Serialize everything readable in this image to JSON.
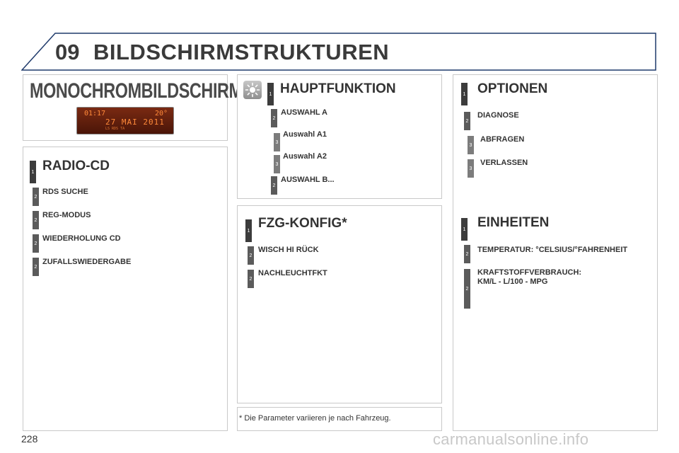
{
  "header": {
    "chapter": "09",
    "title": "BILDSCHIRMSTRUKTUREN"
  },
  "mono": {
    "title": "MONOCHROMBILDSCHIRM A",
    "display": {
      "time": "01:17",
      "temp": "20°",
      "date": "27 MAI 2011",
      "bottom": "LS   RDS  TA"
    }
  },
  "radio": {
    "title": "RADIO-CD",
    "level": "1",
    "items": [
      {
        "level": "2",
        "label": "RDS SUCHE"
      },
      {
        "level": "2",
        "label": "REG-MODUS"
      },
      {
        "level": "2",
        "label": "WIEDERHOLUNG CD"
      },
      {
        "level": "2",
        "label": "ZUFALLSWIEDERGABE"
      }
    ]
  },
  "haupt": {
    "title": "HAUPTFUNKTION",
    "level": "1",
    "icon": "sun-brightness-icon",
    "items": [
      {
        "level": "2",
        "label": "AUSWAHL A"
      },
      {
        "level": "3",
        "label": "Auswahl A1"
      },
      {
        "level": "3",
        "label": "Auswahl A2"
      },
      {
        "level": "2",
        "label": "AUSWAHL B..."
      }
    ]
  },
  "fzg": {
    "title": "FZG-KONFIG*",
    "level": "1",
    "items": [
      {
        "level": "2",
        "label": "WISCH HI RÜCK"
      },
      {
        "level": "2",
        "label": "NACHLEUCHTFKT"
      }
    ]
  },
  "optionen": {
    "title": "OPTIONEN",
    "level": "1",
    "items": [
      {
        "level": "2",
        "label": "DIAGNOSE"
      },
      {
        "level": "3",
        "label": "ABFRAGEN"
      },
      {
        "level": "3",
        "label": "VERLASSEN"
      }
    ]
  },
  "einheiten": {
    "title": "EINHEITEN",
    "level": "1",
    "items": [
      {
        "level": "2",
        "label": "TEMPERATUR: °CELSIUS/°FAHRENHEIT"
      },
      {
        "level": "2",
        "label": "KRAFTSTOFFVERBRAUCH:",
        "label2": "KM/L - L/100 - MPG"
      }
    ]
  },
  "footnote": "* Die Parameter variieren je nach Fahrzeug.",
  "page_number": "228",
  "watermark": "carmanualsonline.info"
}
